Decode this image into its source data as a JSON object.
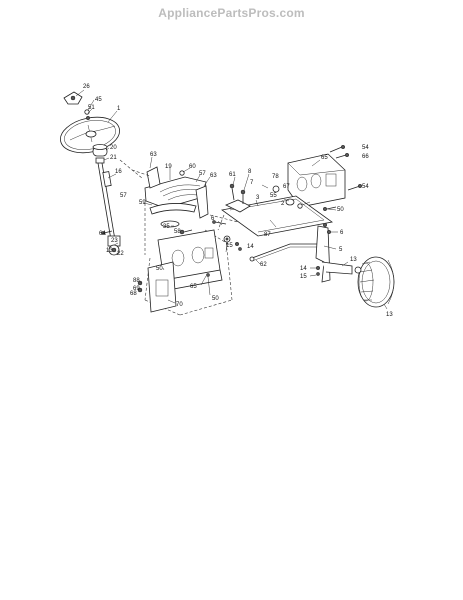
{
  "header": {
    "watermark": "AppliancePartsPros.com"
  },
  "labels": [
    {
      "id": "p26",
      "text": "26"
    },
    {
      "id": "p45",
      "text": "45"
    },
    {
      "id": "p51",
      "text": "51"
    },
    {
      "id": "p1",
      "text": "1"
    },
    {
      "id": "p20",
      "text": "20"
    },
    {
      "id": "p21",
      "text": "21"
    },
    {
      "id": "p16",
      "text": "16"
    },
    {
      "id": "p63a",
      "text": "63"
    },
    {
      "id": "p19",
      "text": "19"
    },
    {
      "id": "p60",
      "text": "60"
    },
    {
      "id": "p57a",
      "text": "57"
    },
    {
      "id": "p57b",
      "text": "57"
    },
    {
      "id": "p63b",
      "text": "63"
    },
    {
      "id": "p59",
      "text": "59"
    },
    {
      "id": "p35",
      "text": "35"
    },
    {
      "id": "p58",
      "text": "58"
    },
    {
      "id": "p64",
      "text": "64"
    },
    {
      "id": "p23",
      "text": "23"
    },
    {
      "id": "p13a",
      "text": "13"
    },
    {
      "id": "p22",
      "text": "22"
    },
    {
      "id": "p61",
      "text": "61"
    },
    {
      "id": "p8",
      "text": "8"
    },
    {
      "id": "p7",
      "text": "7"
    },
    {
      "id": "p78",
      "text": "78"
    },
    {
      "id": "p65a",
      "text": "65"
    },
    {
      "id": "p54a",
      "text": "54"
    },
    {
      "id": "p66",
      "text": "66"
    },
    {
      "id": "p54b",
      "text": "54"
    },
    {
      "id": "p67",
      "text": "67"
    },
    {
      "id": "p55",
      "text": "55"
    },
    {
      "id": "p50a",
      "text": "50"
    },
    {
      "id": "p6a",
      "text": "6"
    },
    {
      "id": "p3",
      "text": "3"
    },
    {
      "id": "p2",
      "text": "2"
    },
    {
      "id": "p87",
      "text": "87"
    },
    {
      "id": "p15a",
      "text": "15"
    },
    {
      "id": "p14a",
      "text": "14"
    },
    {
      "id": "p6b",
      "text": "6"
    },
    {
      "id": "p5",
      "text": "5"
    },
    {
      "id": "p62",
      "text": "62"
    },
    {
      "id": "p14b",
      "text": "14"
    },
    {
      "id": "p15b",
      "text": "15"
    },
    {
      "id": "p13b",
      "text": "13"
    },
    {
      "id": "p88",
      "text": "88"
    },
    {
      "id": "p65b",
      "text": "65"
    },
    {
      "id": "p50b",
      "text": "50"
    },
    {
      "id": "p69",
      "text": "69"
    },
    {
      "id": "p68",
      "text": "68"
    },
    {
      "id": "p70",
      "text": "70"
    },
    {
      "id": "p50c",
      "text": "50"
    },
    {
      "id": "p13c",
      "text": "13"
    }
  ]
}
